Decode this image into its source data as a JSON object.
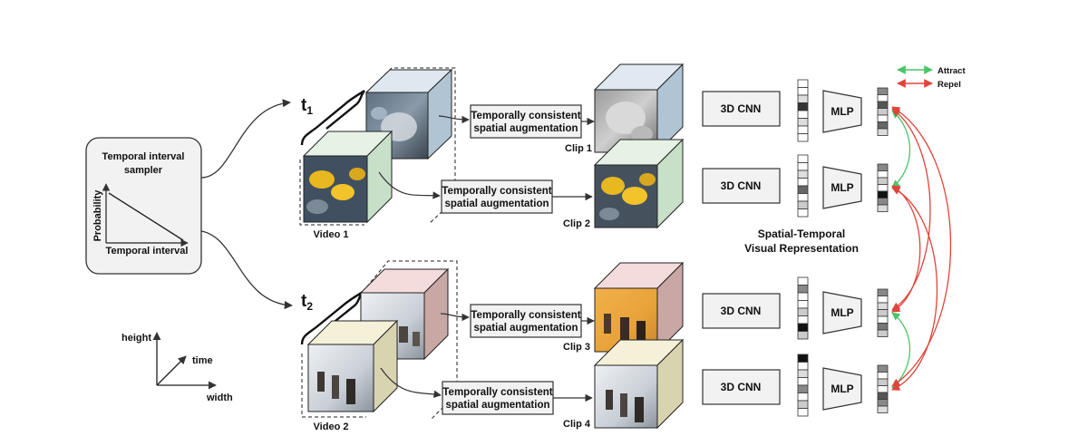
{
  "sampler": {
    "title_line1": "Temporal interval",
    "title_line2": "sampler",
    "y_label": "Probability",
    "x_label": "Temporal interval"
  },
  "time_labels": {
    "t1": "t",
    "t1_sub": "1",
    "t2": "t",
    "t2_sub": "2"
  },
  "videos": {
    "video1": "Video 1",
    "video2": "Video 2"
  },
  "augment": {
    "line1": "Temporally consistent",
    "line2": "spatial augmentation"
  },
  "clips": [
    "Clip 1",
    "Clip 2",
    "Clip 3",
    "Clip 4"
  ],
  "encoders": {
    "cnn": "3D CNN",
    "mlp": "MLP"
  },
  "representation": {
    "line1": "Spatial-Temporal",
    "line2": "Visual Representation"
  },
  "legend": {
    "attract": "Attract",
    "repel": "Repel"
  },
  "axes": {
    "height": "height",
    "time": "time",
    "width": "width"
  },
  "colors": {
    "attract": "#4cc46a",
    "repel": "#e0443a",
    "cube1_side": "#b0c4d4",
    "cube2_side": "#c8e0c8",
    "cube3_side": "#c9a7a4",
    "cube4_side": "#d9d4b0",
    "box_fill": "#f2f2f2"
  },
  "embeddings": {
    "rep_vectors": [
      [
        "#888888",
        "#ffffff",
        "#555555",
        "#cccccc",
        "#ffffff",
        "#666666",
        "#dddddd"
      ],
      [
        "#888888",
        "#ffffff",
        "#cccccc",
        "#ffffff",
        "#111111",
        "#888888",
        "#dddddd"
      ],
      [
        "#888888",
        "#ffffff",
        "#dddddd",
        "#cccccc",
        "#ffffff",
        "#777777",
        "#cccccc"
      ],
      [
        "#888888",
        "#ffffff",
        "#cccccc",
        "#ffffff",
        "#555555",
        "#888888",
        "#dddddd"
      ]
    ],
    "cnn_vectors": [
      [
        "#ffffff",
        "#ffffff",
        "#dddddd",
        "#333333",
        "#ffffff",
        "#dddddd",
        "#ffffff",
        "#ffffff"
      ],
      [
        "#ffffff",
        "#ffffff",
        "#dddddd",
        "#ffffff",
        "#666666",
        "#ffffff",
        "#cccccc",
        "#ffffff"
      ],
      [
        "#ffffff",
        "#888888",
        "#ffffff",
        "#ffffff",
        "#cccccc",
        "#ffffff",
        "#111111",
        "#cccccc"
      ],
      [
        "#111111",
        "#ffffff",
        "#dddddd",
        "#ffffff",
        "#888888",
        "#ffffff",
        "#cccccc",
        "#ffffff"
      ]
    ]
  }
}
